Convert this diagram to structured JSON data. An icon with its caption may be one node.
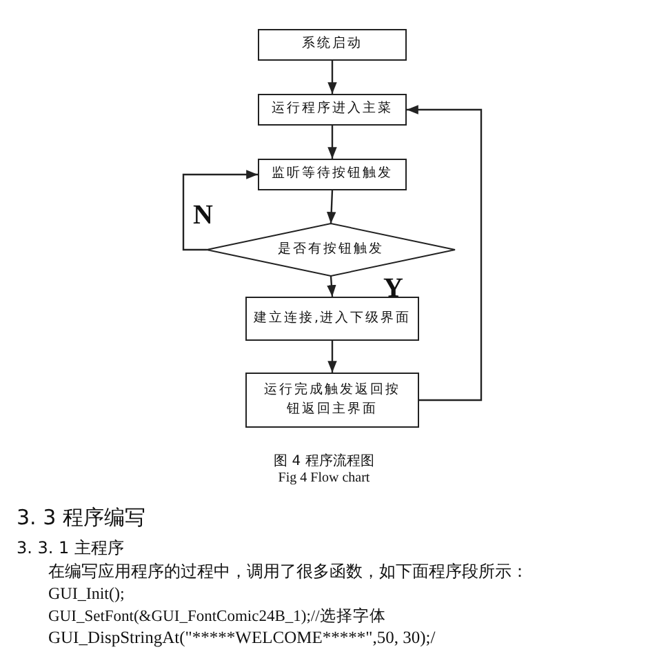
{
  "diagram": {
    "caption": "图 4 程序流程图",
    "nodes": [
      {
        "text": [
          "系统启动"
        ]
      },
      {
        "text": [
          "运行程序进入主菜"
        ]
      },
      {
        "text": [
          "监听等待按钮触发"
        ]
      },
      {
        "text": [
          "是否有按钮触发"
        ]
      },
      {
        "text": [
          "建立连接,进入下级界面"
        ]
      },
      {
        "text": [
          "运行完成触发返回按钮返回主界面"
        ]
      }
    ],
    "edges": [
      {
        "from": 0,
        "to": 1,
        "arrow": "to"
      },
      {
        "from": 1,
        "to": 2,
        "arrow": "to"
      },
      {
        "from": 2,
        "to": 3,
        "arrow": "to"
      },
      {
        "from": 3,
        "to": 4,
        "arrow": "to",
        "label": "Y"
      },
      {
        "from": 4,
        "to": 5,
        "arrow": "to"
      },
      {
        "from": 5,
        "to": 1,
        "arrow": "to"
      },
      {
        "from": 3,
        "to": 2,
        "arrow": "to",
        "label": "N"
      }
    ],
    "labels": [
      "Fig 4 Flow chart",
      "3. 3 程序编写",
      "3. 3. 1 主程序",
      "在编写应用程序的过程中，调用了很多函数，如下面程序段所示：",
      "GUI_Init();",
      "GUI_SetFont(&GUI_FontComic24B_1);//选择字体",
      "GUI_DispStringAt(\"*****WELCOME*****\",50, 30);/"
    ]
  }
}
